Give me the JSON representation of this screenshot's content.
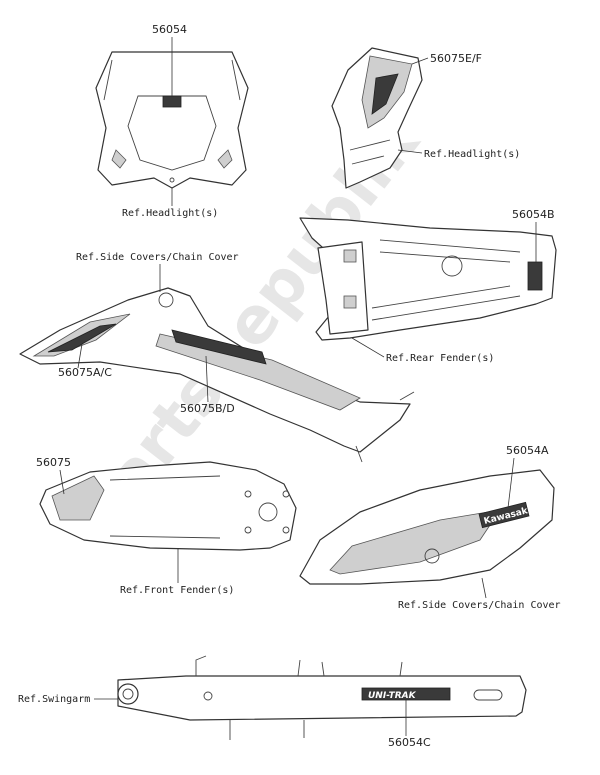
{
  "watermark": "PartsRepublik",
  "colors": {
    "line": "#333333",
    "watermark": "#e6e6e6",
    "decal_dark": "#3a3a3a",
    "decal_grey": "#cfcfcf"
  },
  "parts": [
    {
      "number": "56054",
      "ref": "Ref.Headlight(s)"
    },
    {
      "number": "56075E/F",
      "ref": "Ref.Headlight(s)"
    },
    {
      "number": "56054B",
      "ref": "Ref.Rear Fender(s)"
    },
    {
      "number": "56075A/C",
      "ref": "Ref.Side Covers/Chain Cover"
    },
    {
      "number": "56075B/D",
      "ref": ""
    },
    {
      "number": "56075",
      "ref": "Ref.Front Fender(s)"
    },
    {
      "number": "56054A",
      "ref": "Ref.Side Covers/Chain Cover"
    },
    {
      "number": "56054C",
      "ref": "Ref.Swingarm"
    }
  ],
  "decal_text": {
    "kawasaki": "Kawasaki",
    "unitrak": "UNI-TRAK"
  }
}
